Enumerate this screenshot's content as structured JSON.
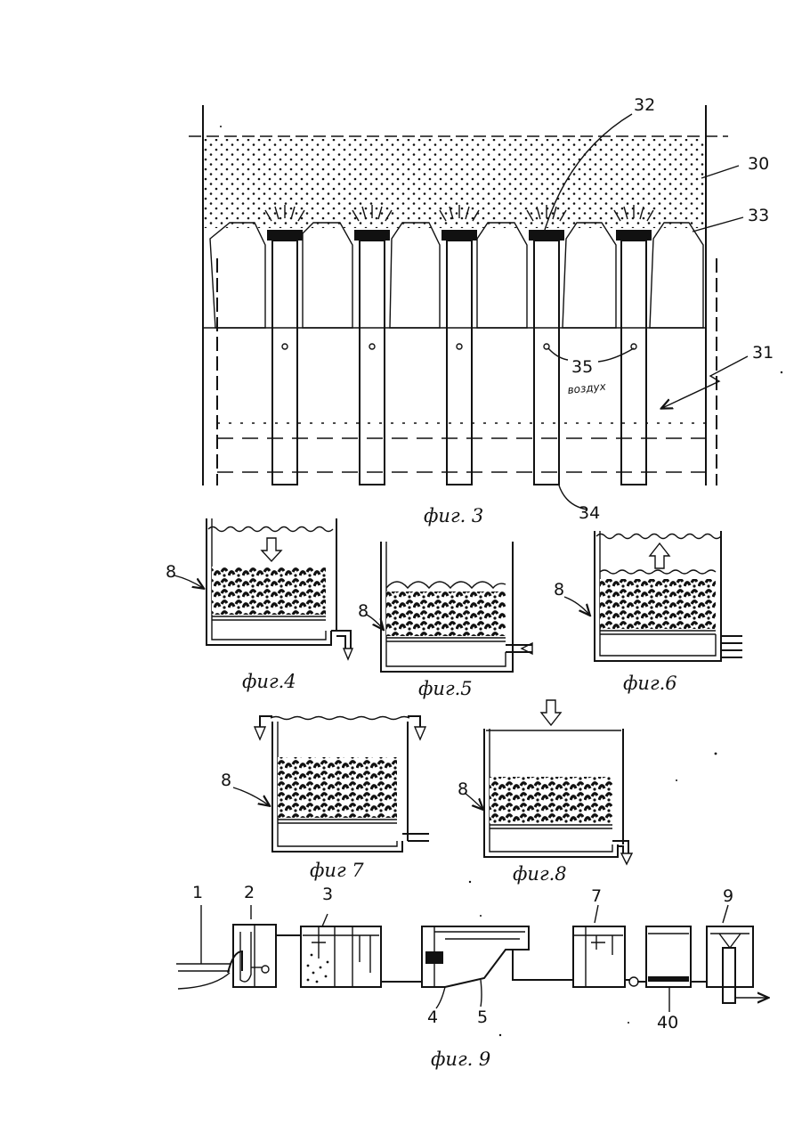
{
  "figures": {
    "fig3": {
      "caption": "фиг. 3",
      "labels": {
        "l30": "30",
        "l31": "31",
        "l32": "32",
        "l33": "33",
        "l34": "34",
        "l35": "35"
      },
      "note": "воздух"
    },
    "fig4": {
      "caption": "фиг.4",
      "tank_label": "8"
    },
    "fig5": {
      "caption": "фиг.5",
      "tank_label": "8"
    },
    "fig6": {
      "caption": "фиг.6",
      "tank_label": "8"
    },
    "fig7": {
      "caption": "фиг 7",
      "tank_label": "8"
    },
    "fig8": {
      "caption": "фиг.8",
      "tank_label": "8"
    },
    "fig9": {
      "caption": "фиг. 9",
      "labels": {
        "l1": "1",
        "l2": "2",
        "l3": "3",
        "l4": "4",
        "l5": "5",
        "l7": "7",
        "l9": "9",
        "l40": "40"
      }
    }
  },
  "colors": {
    "ink": "#111111",
    "paper": "#ffffff"
  }
}
